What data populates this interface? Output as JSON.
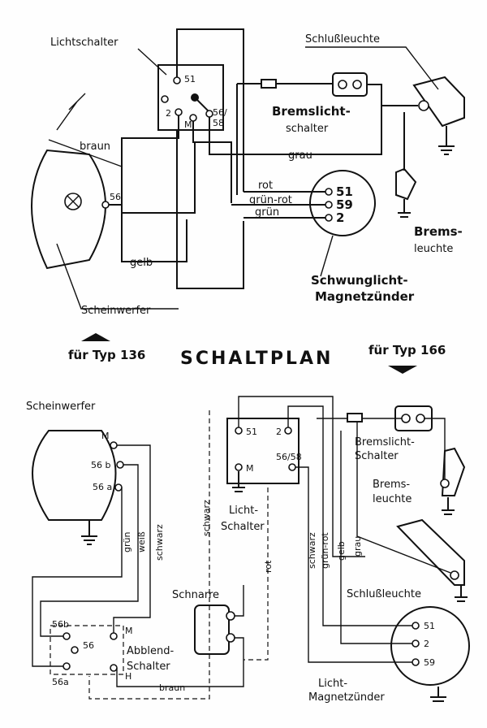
{
  "title": "SCHALTPLAN",
  "typ_136": "für Typ 136",
  "typ_166": "für Typ 166",
  "top": {
    "lichtschalter": "Lichtschalter",
    "t51": "51",
    "t2": "2",
    "tM": "M",
    "t56_58_a": "56/",
    "t58": "58",
    "schlussleuchte": "Schlußleuchte",
    "bremslicht_schalter_1": "Bremslicht-",
    "bremslicht_schalter_2": "schalter",
    "braun": "braun",
    "grau": "grau",
    "t56": "56",
    "rot": "rot",
    "gruen_rot": "grün-rot",
    "gruen": "grün",
    "m51": "51",
    "m59": "59",
    "m2": "2",
    "bremsleuchte_1": "Brems-",
    "bremsleuchte_2": "leuchte",
    "gelb": "gelb",
    "schwunglicht_1": "Schwunglicht-",
    "schwunglicht_2": "Magnetzünder",
    "scheinwerfer": "Scheinwerfer"
  },
  "bottom": {
    "scheinwerfer": "Scheinwerfer",
    "hM": "M",
    "h56b": "56 b",
    "h56a": "56 a",
    "lichtschalter_1": "Licht-",
    "lichtschalter_2": "Schalter",
    "s51": "51",
    "s2": "2",
    "sM": "M",
    "s56_58": "56/58",
    "bremslicht_1": "Bremslicht-",
    "bremslicht_2": "Schalter",
    "bremsleuchte_1": "Brems-",
    "bremsleuchte_2": "leuchte",
    "schwarz_v": "schwarz",
    "rot_v": "rot",
    "schwarz2_v": "schwarz",
    "gruen_rot_v": "grün-rot",
    "gelb_v": "gelb",
    "grau_v": "grau",
    "gruen_v": "grün",
    "weiss_v": "weiß",
    "schwarz3_v": "schwarz",
    "schlussleuchte": "Schlußleuchte",
    "schnarre": "Schnarre",
    "a56b": "56b",
    "a56": "56",
    "a56a": "56a",
    "aM": "M",
    "aH": "H",
    "abblend_1": "Abblend-",
    "abblend_2": "Schalter",
    "braun": "braun",
    "z51": "51",
    "z2": "2",
    "z59": "59",
    "magnet_1": "Licht-",
    "magnet_2": "Magnetzünder"
  }
}
